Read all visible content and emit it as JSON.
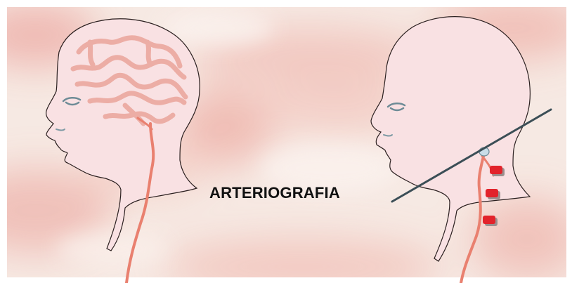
{
  "diagram": {
    "center_label": "ARTERIOGRAFIA",
    "colors": {
      "background_base": "#f6e9e3",
      "background_blush": "#efb7b0",
      "head_fill": "#f9e1e3",
      "head_outline": "#2a1f1f",
      "artery": "#e9806f",
      "brain_vessels": "#ecaba2",
      "scan_line": "#3b4e56",
      "marker": "#e2232b",
      "marker_shadow": "#9b8f8e",
      "circle_marker": "#c9dde8"
    },
    "left_panel": {
      "subject": "head-profile",
      "detail": "brain-vessels"
    },
    "right_panel": {
      "subject": "head-profile",
      "detail": "neck-artery-with-markers",
      "marker_count": 3
    }
  }
}
